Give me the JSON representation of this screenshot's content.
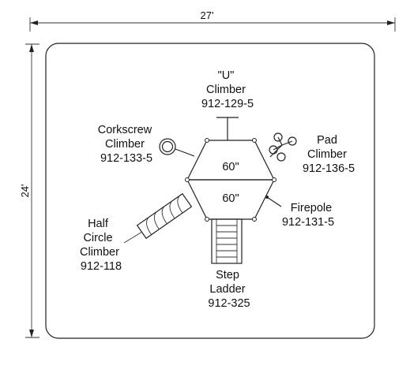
{
  "dimensions": {
    "width": "27'",
    "depth": "24'"
  },
  "decks": {
    "upper": "60\"",
    "lower": "60\""
  },
  "components": [
    {
      "id": "u-climber",
      "lines": [
        "\"U\"",
        "Climber",
        "912-129-5"
      ]
    },
    {
      "id": "corkscrew-climber",
      "lines": [
        "Corkscrew",
        "Climber",
        "912-133-5"
      ]
    },
    {
      "id": "pad-climber",
      "lines": [
        "Pad",
        "Climber",
        "912-136-5"
      ]
    },
    {
      "id": "firepole",
      "lines": [
        "Firepole",
        "912-131-5"
      ]
    },
    {
      "id": "half-circle-climber",
      "lines": [
        "Half",
        "Circle",
        "Climber",
        "912-118"
      ]
    },
    {
      "id": "step-ladder",
      "lines": [
        "Step",
        "Ladder",
        "912-325"
      ]
    }
  ]
}
